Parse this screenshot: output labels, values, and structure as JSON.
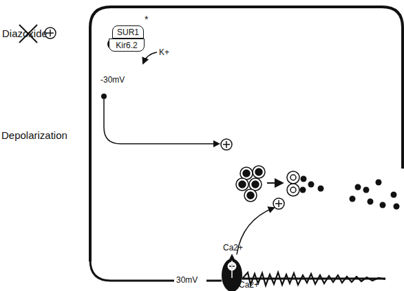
{
  "diagram": {
    "nodes": [
      {
        "text": [
          "SUR1"
        ]
      },
      {
        "text": [
          "Kir6.2"
        ]
      }
    ],
    "labels": [
      "Diazoxide",
      "*",
      "K+",
      "-30mV",
      "Depolarization",
      "30mV",
      "Ca2+",
      "Ca2+"
    ]
  }
}
